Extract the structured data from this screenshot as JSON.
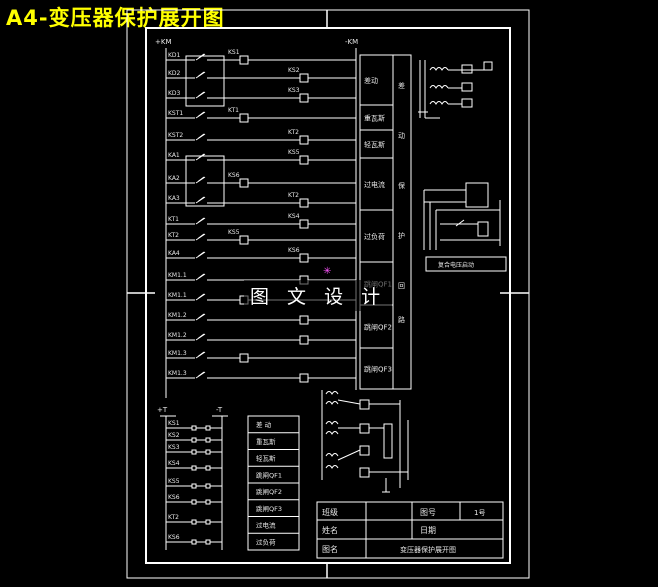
{
  "title": "A4-变压器保护展开图",
  "watermark": "图 文 设 计",
  "bus_labels": {
    "plus": "+KM",
    "minus": "-KM",
    "plus_small": "+T",
    "minus_small": "-T"
  },
  "contacts_left": [
    "KD1",
    "KD2",
    "KD3",
    "KST1",
    "KST2",
    "KA1",
    "KA2",
    "KA3",
    "KT1",
    "KT2",
    "KA4",
    "KM1.1",
    "KM1.1",
    "KM1.2",
    "KM1.2",
    "KM1.3",
    "KM1.3"
  ],
  "relays_mid": [
    "KS1",
    "KS2",
    "KS3",
    "KT1",
    "KT2",
    "KS5",
    "KS6",
    "KT2",
    "KS4",
    "KS5",
    "KS6"
  ],
  "function_labels": [
    "差动",
    "重瓦斯",
    "轻瓦斯",
    "过电流",
    "过负荷",
    "跳闸QF1",
    "跳闸QF2",
    "跳闸QF3"
  ],
  "side_labels": [
    "差",
    "动",
    "保",
    "护",
    "回",
    "路"
  ],
  "signal_table": [
    "差 动",
    "重瓦斯",
    "轻瓦斯",
    "跳闸QF1",
    "跳闸QF2",
    "跳闸QF3",
    "过电流",
    "过负荷"
  ],
  "signal_contacts": [
    "KS1",
    "KS2",
    "KS3",
    "KS4",
    "KS5",
    "KS6",
    "KT2",
    "KS6"
  ],
  "right_label": "复合电压启动",
  "title_block": {
    "r1c1": "班级",
    "r1c3": "图号",
    "r1c4": "1号",
    "r2c1": "姓名",
    "r2c3": "日期",
    "r3c1": "图名",
    "r3c2": "变压器保护展开图"
  },
  "colors": {
    "title": "#ffff00",
    "lines": "#ffffff",
    "accent": "#ff55ff"
  }
}
